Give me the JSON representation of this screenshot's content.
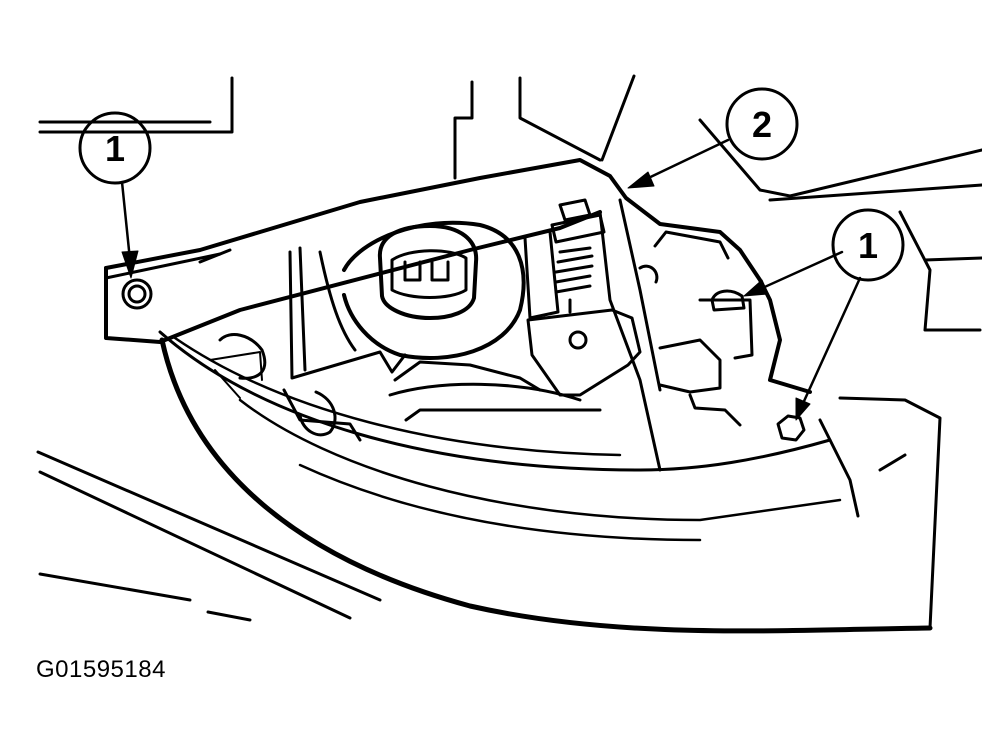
{
  "figure": {
    "id": "G01595184",
    "callouts": [
      {
        "key": "left-bolt",
        "label": "1"
      },
      {
        "key": "bracket",
        "label": "2"
      },
      {
        "key": "right-bolt",
        "label": "1"
      }
    ]
  }
}
